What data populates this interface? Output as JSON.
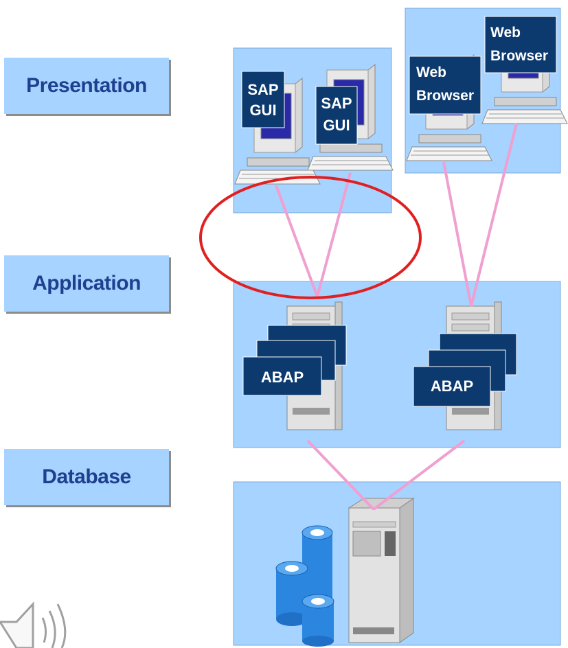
{
  "layers": {
    "presentation": "Presentation",
    "application": "Application",
    "database": "Database"
  },
  "clients": {
    "sap_gui_1": [
      "SAP",
      "GUI"
    ],
    "sap_gui_2": [
      "SAP",
      "GUI"
    ],
    "web_browser_1": [
      "Web",
      "Browser"
    ],
    "web_browser_2": [
      "Web",
      "Browser"
    ]
  },
  "servers": {
    "abap_1": "ABAP",
    "abap_2": "ABAP"
  },
  "colors": {
    "panel": "#a6d3ff",
    "label_box": "#0d3a6e",
    "label_text": "#1f3f8f",
    "connector": "#f0a0d0",
    "highlight_ellipse": "#e02020"
  },
  "icons": [
    "speaker-icon"
  ]
}
